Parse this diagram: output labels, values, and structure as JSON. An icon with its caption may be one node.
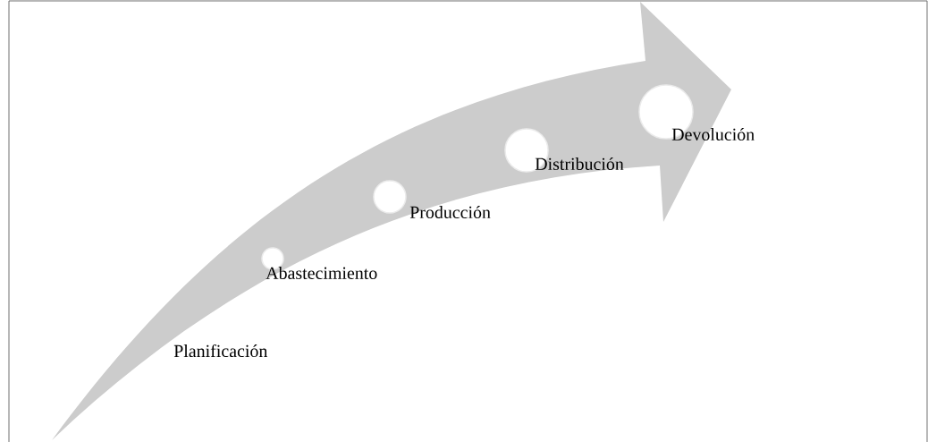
{
  "diagram": {
    "nodes": [
      {
        "text": [],
        "shape": "circle",
        "beside": [
          "Abastecimiento"
        ]
      },
      {
        "text": [],
        "shape": "circle",
        "beside": [
          "Producción"
        ]
      },
      {
        "text": [],
        "shape": "circle",
        "beside": [
          "Distribución"
        ]
      },
      {
        "text": [],
        "shape": "circle",
        "beside": [
          "Devolución"
        ]
      }
    ],
    "labels": [
      "Planificación"
    ]
  }
}
